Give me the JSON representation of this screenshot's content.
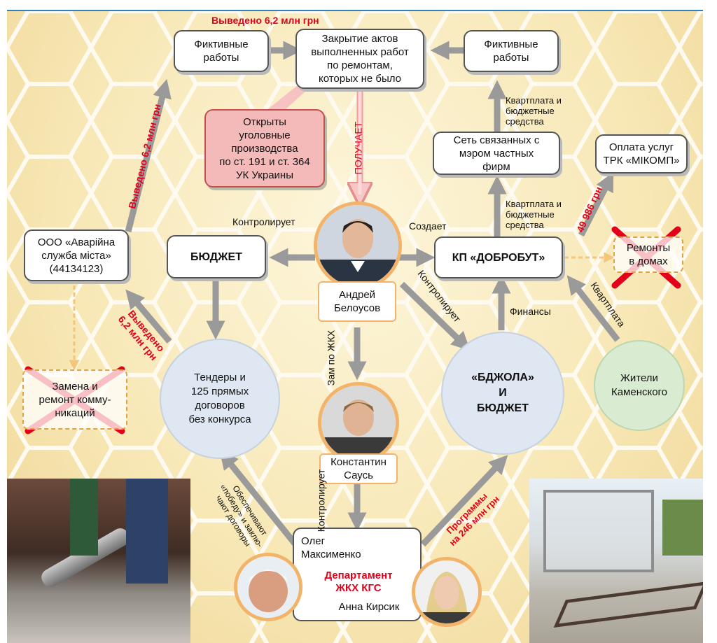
{
  "colors": {
    "arrow": "#9a9a9a",
    "accent_red": "#e3001b",
    "orange": "#f2b46a",
    "pink_arrow": "#f39c9c",
    "frame_blue": "#2f7fc1"
  },
  "boxes": {
    "fiktivnye_left": "Фиктивные\nработы",
    "zakrytie": "Закрытие актов\nвыполненных работ\nпо ремонтам,\nкоторых не было",
    "fiktivnye_right": "Фиктивные\nработы",
    "ugolovnye": "Открыты\nуголовные\nпроизводства\nпо ст. 191 и ст. 364\nУК Украины",
    "set_firm": "Сеть связанных с\nмэром частных\nфирм",
    "oplata": "Оплата услуг\nТРК «МІКОМП»",
    "ooo": "ООО «Аварійна\nслужба міста»\n(44134123)",
    "budget": "БЮДЖЕТ",
    "kp": "КП «ДОБРОБУТ»"
  },
  "circles": {
    "tendery": "Тендеры и\n125 прямых\nдоговоров\nбез конкурса",
    "bdzhola": "«БДЖОЛА»\nИ\nБЮДЖЕТ",
    "zhiteli": "Жители\nКаменского"
  },
  "crossed": {
    "remonty": "Ремонты\nв домах",
    "zamena": "Замена и\nремонт комму-\nникаций"
  },
  "people": {
    "belousov": "Андрей\nБелоусов",
    "saus": "Константин\nСаусь",
    "maksimenko": "Олег\nМаксименко",
    "department": "Департамент\nЖКХ КГС",
    "kirsik": "Анна Кирсик"
  },
  "labels": {
    "vyvedeno_top": "Выведено 6,2 млн грн",
    "vyvedeno_left_up": "Выведено 6,2 млн грн",
    "vyvedeno_left_down": "Выведено\n6,2 млн грн",
    "poluchaet": "ПОЛУЧАЕТ",
    "kontroliruet_top": "Контролирует",
    "sozdaet": "Создает",
    "kontroliruet_diag": "Контролирует",
    "zam_zhkh": "Зам по ЖКХ",
    "kontroliruet_vert": "Контролирует",
    "obespechivayut": "Обеспечивают\n«победу» и заклю-\nчают договоры",
    "programmy": "Программы\nна 246 млн грн",
    "kvartplata_top": "Квартплата и\nбюджетные\nсредства",
    "kvartplata_mid": "Квартплата и\nбюджетные\nсредства",
    "finansy": "Финансы",
    "kvartplata": "Квартплата",
    "sum_49986": "49 986 грн"
  }
}
